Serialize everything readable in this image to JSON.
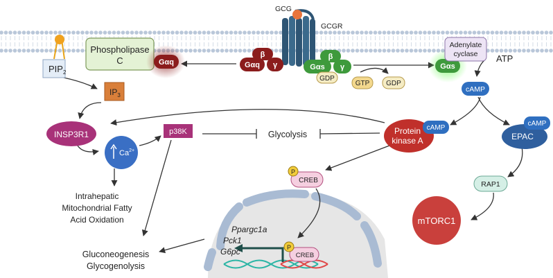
{
  "receptor": {
    "ligand": "GCG",
    "receptor": "GCGR"
  },
  "gq_pathway": {
    "phospholipase": [
      "Phospholipase",
      "C"
    ],
    "gaq_active": "Gαq",
    "gaq_complex": "Gαq",
    "beta": "β",
    "gamma": "γ",
    "pip2": "PIP",
    "pip2_sub": "2",
    "ip3": "IP",
    "ip3_sub": "3",
    "insp3r1": "INSP3R1",
    "ca": "Ca",
    "ca_sup": "2+",
    "p38k": "p38K",
    "mito": [
      "Intrahepatic",
      "Mitochondrial Fatty",
      "Acid Oxidation"
    ]
  },
  "gs_pathway": {
    "gas_complex": "Gαs",
    "beta": "β",
    "gamma": "γ",
    "gdp_bound": "GDP",
    "gtp": "GTP",
    "gdp_released": "GDP",
    "gas_active": "Gαs",
    "adenylate_cyclase": [
      "Adenylate",
      "cyclase"
    ],
    "atp": "ATP",
    "camp": "cAMP",
    "pka": [
      "Protein",
      "kinase A"
    ],
    "pka_camp": "cAMP",
    "epac": "EPAC",
    "epac_camp": "cAMP",
    "rap1": "RAP1",
    "mtorc1": "mTORC1",
    "creb": "CREB",
    "p_label": "P"
  },
  "metabolism": {
    "glycolysis": "Glycolysis",
    "outputs": [
      "Gluconeogenesis",
      "Glycogenolysis"
    ]
  },
  "nucleus": {
    "genes": [
      "Ppargc1a",
      "Pck1",
      "G6pc"
    ],
    "creb": "CREB",
    "p_label": "P"
  },
  "colors": {
    "membrane_head": "#b9c7d9",
    "gq": "#8b1c1c",
    "gs": "#3e9a3c",
    "camp": "#2f6fc0",
    "pka": "#c0302b",
    "insp3r1": "#a83279",
    "epac": "#2f5f9e",
    "mtorc1": "#c9403c",
    "rap1": "#d5efe6",
    "creb": "#f5cfe0"
  }
}
